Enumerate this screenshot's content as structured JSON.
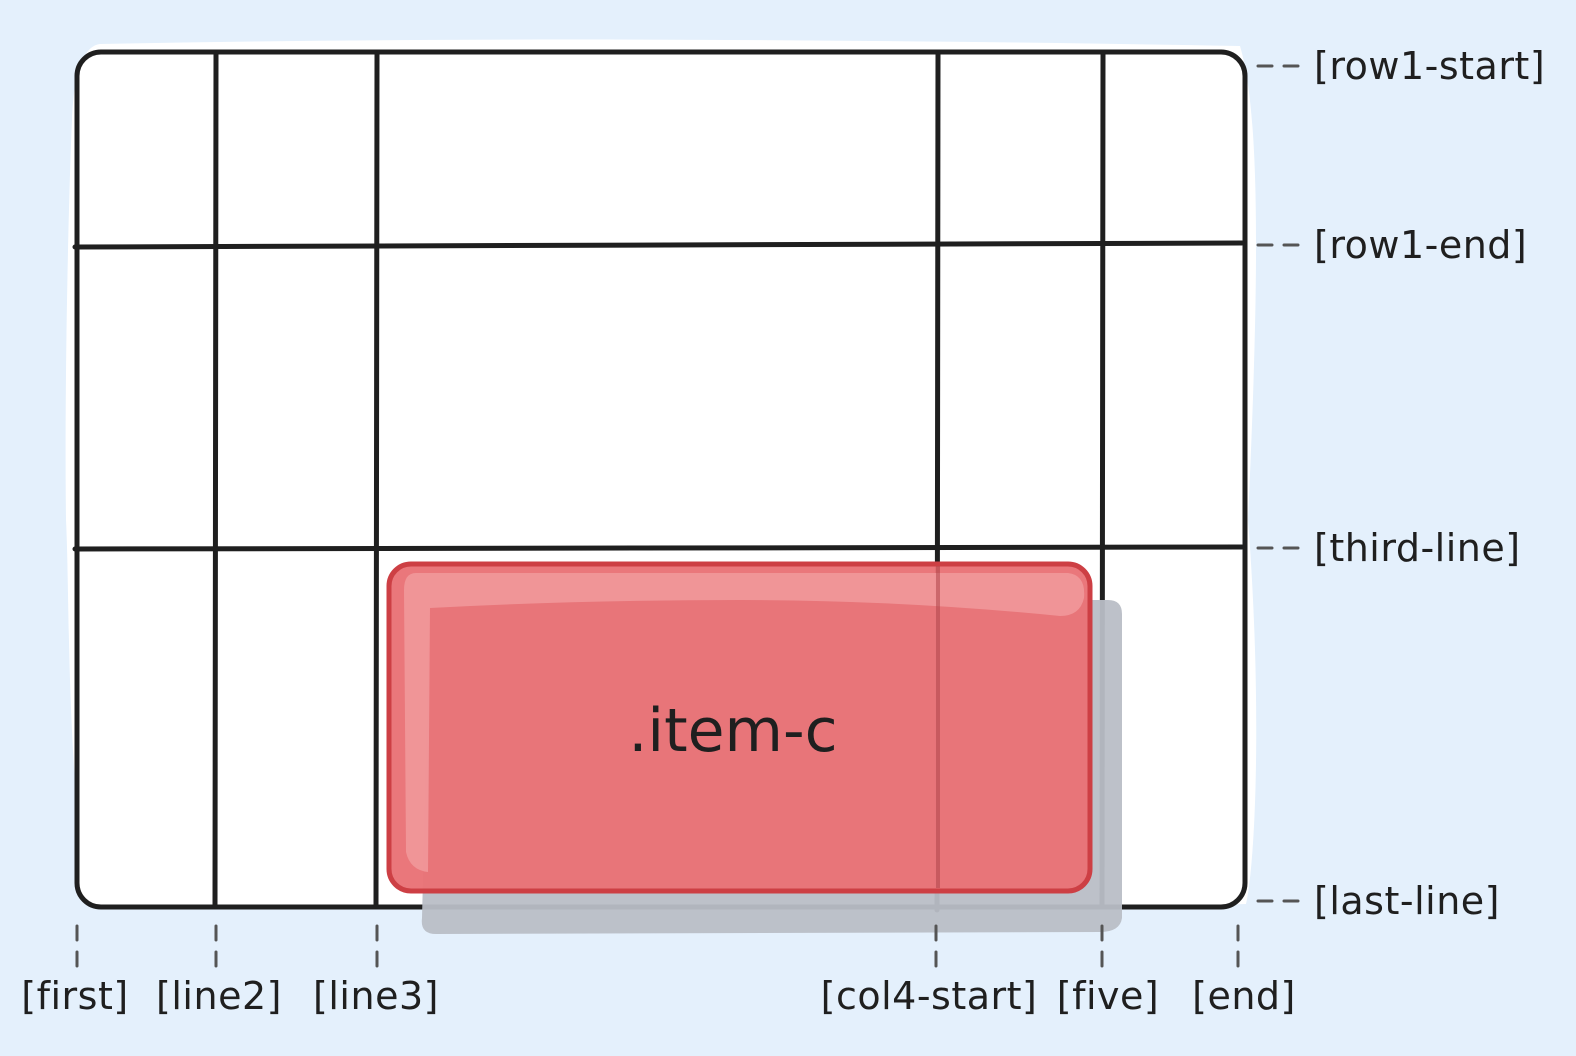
{
  "diagram": {
    "colors": {
      "background": "#e4f0fc",
      "grid_fill": "#ffffff",
      "grid_line": "#1f1f1f",
      "item_fill": "#e97176",
      "item_border": "#cd3f44",
      "item_highlight": "#f19a9c",
      "shadow": "#b9bec6"
    },
    "item": {
      "label": ".item-c"
    },
    "column_lines": [
      {
        "label": "[first]"
      },
      {
        "label": "[line2]"
      },
      {
        "label": "[line3]"
      },
      {
        "label": "[col4-start]"
      },
      {
        "label": "[five]"
      },
      {
        "label": "[end]"
      }
    ],
    "row_lines": [
      {
        "label": "[row1-start]"
      },
      {
        "label": "[row1-end]"
      },
      {
        "label": "[third-line]"
      },
      {
        "label": "[last-line]"
      }
    ]
  }
}
